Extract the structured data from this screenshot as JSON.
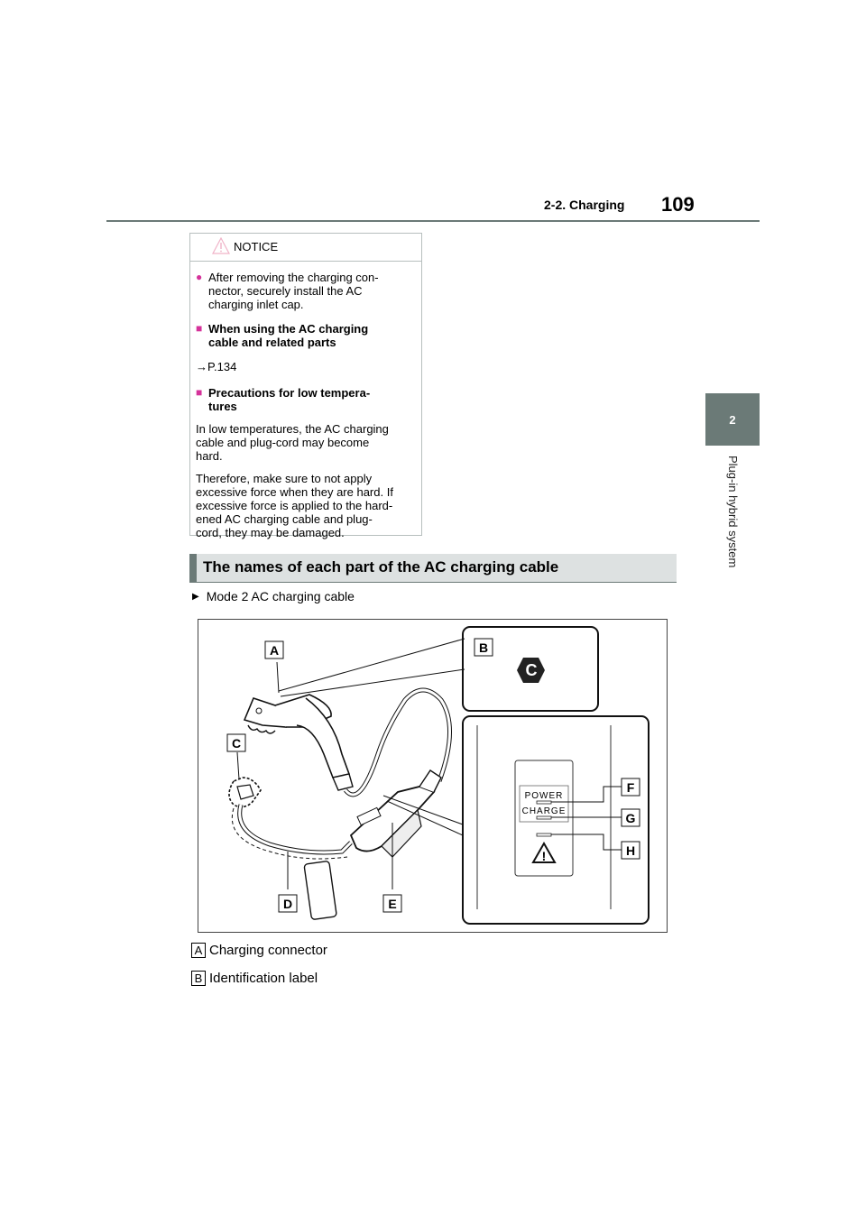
{
  "header": {
    "section": "2-2. Charging",
    "page_number": "109"
  },
  "chapter": {
    "number": "2",
    "title": "Plug-in hybrid system"
  },
  "notice": {
    "title": "NOTICE",
    "bullet": "After removing the charging con-\nnector, securely install the AC\ncharging inlet cap.",
    "heading1": "When using the AC charging\ncable and related parts",
    "ref1": "→P.134",
    "heading2": "Precautions for low tempera-\ntures",
    "para1": "In low temperatures, the AC charging\ncable and plug-cord may become\nhard.",
    "para2": "Therefore, make sure to not apply\nexcessive force when they are hard. If\nexcessive force is applied to the hard-\nened AC charging cable and plug-\ncord, they may be damaged."
  },
  "section_title": "The names of each part of the AC charging cable",
  "mode_line": "Mode 2 AC charging cable",
  "figure": {
    "labels": {
      "a": "A",
      "b": "B",
      "c": "C",
      "d": "D",
      "e": "E",
      "f": "F",
      "g": "G",
      "h": "H"
    },
    "badge": "C",
    "panel_power": "POWER",
    "panel_charge": "CHARGE",
    "warning_mark": "!"
  },
  "legend": [
    {
      "key": "A",
      "text": "Charging connector"
    },
    {
      "key": "B",
      "text": "Identification label"
    }
  ]
}
